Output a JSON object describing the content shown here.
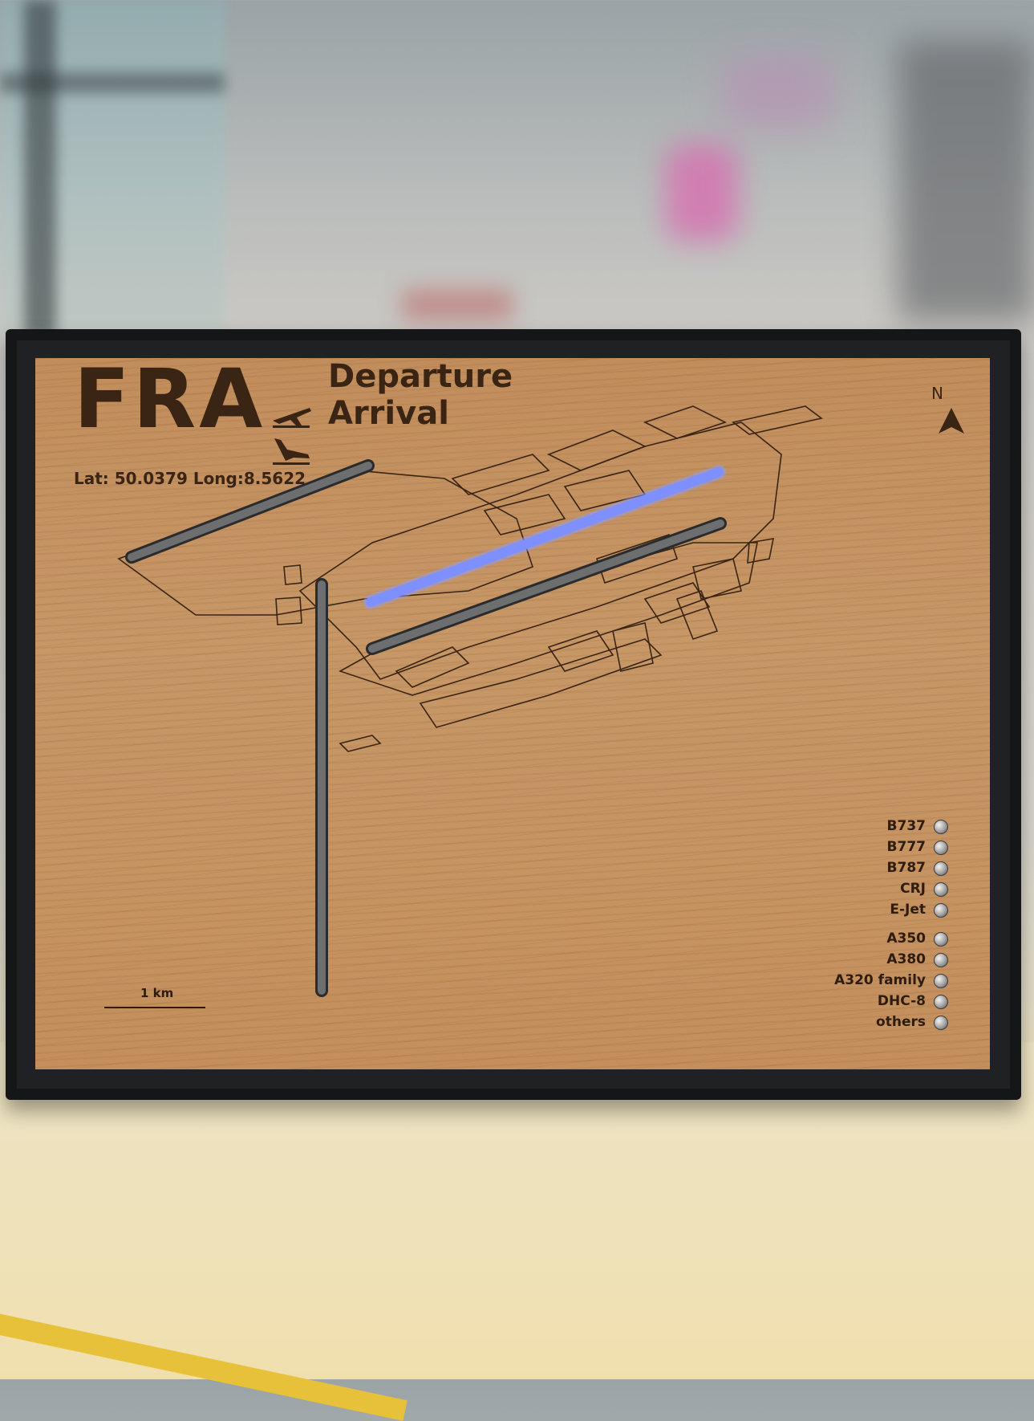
{
  "sign": {
    "airport_code": "FRA",
    "departure_label": "Departure",
    "arrival_label": "Arrival",
    "coordinates": "Lat: 50.0379 Long:8.5622",
    "north_label": "N",
    "scale_label": "1 km"
  },
  "legend": {
    "group1": [
      "B737",
      "B777",
      "B787",
      "CRJ",
      "E-Jet"
    ],
    "group2": [
      "A350",
      "A380",
      "A320 family",
      "DHC-8",
      "others"
    ]
  },
  "runways": {
    "lit_runway_color": "#7e90ff",
    "unlit_runway_color": "#6d6e70"
  },
  "colors": {
    "wood": "#c79766",
    "engraving": "#3a2413",
    "frame": "#151618"
  }
}
